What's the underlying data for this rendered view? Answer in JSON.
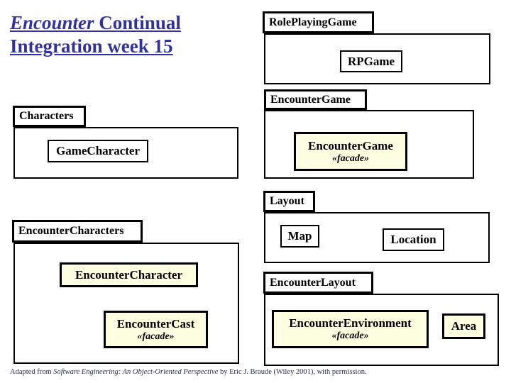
{
  "title": {
    "italic": "Encounter",
    "rest": " Continual",
    "line2": "Integration week 15",
    "color": "#32329F"
  },
  "packages": [
    {
      "label": "RolePlayingGame",
      "classes": [
        {
          "name": "RPGame"
        }
      ]
    },
    {
      "label": "EncounterGame",
      "classes": [
        {
          "name": "EncounterGame",
          "stereotype": "«facade»"
        }
      ]
    },
    {
      "label": "Characters",
      "classes": [
        {
          "name": "GameCharacter"
        }
      ]
    },
    {
      "label": "Layout",
      "classes": [
        {
          "name": "Map"
        },
        {
          "name": "Location"
        }
      ]
    },
    {
      "label": "EncounterCharacters",
      "classes": [
        {
          "name": "EncounterCharacter"
        },
        {
          "name": "EncounterCast",
          "stereotype": "«facade»"
        }
      ]
    },
    {
      "label": "EncounterLayout",
      "classes": [
        {
          "name": "EncounterEnvironment",
          "stereotype": "«facade»"
        },
        {
          "name": "Area"
        }
      ]
    }
  ],
  "footer": {
    "prefix": "Adapted from ",
    "italic": "Software Engineering: An Object-Oriented Perspective",
    "suffix": " by Eric J. Braude (Wiley 2001), with permission."
  },
  "colors": {
    "title_text": "#32329F",
    "facade_fill": "#FFFFE1",
    "box_fill": "#FFFFFF",
    "border": "#000000",
    "footer_text": "#2B2B52"
  }
}
